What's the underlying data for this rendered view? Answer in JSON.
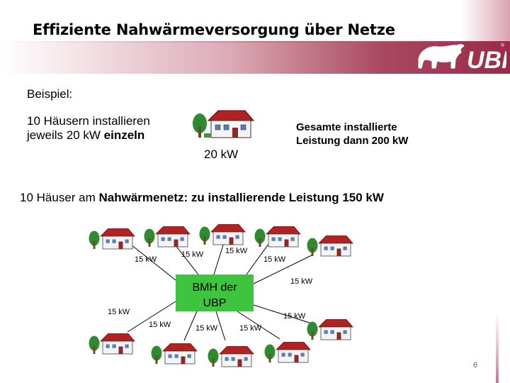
{
  "slide": {
    "title": "Effiziente Nahwärmeversorgung über Netze",
    "beispiel": "Beispiel:",
    "single_line1": "10 Häusern installieren",
    "single_line2_prefix": "jeweils 20 kW ",
    "single_line2_bold": "einzeln",
    "single_power": "20 kW",
    "total_line1": "Gesamte installierte",
    "total_line2": "Leistung dann 200 kW",
    "network_prefix": "10 Häuser am ",
    "network_bold": "Nahwärmenetz: zu installierende Leistung 150 kW",
    "center_line1": "BMH der",
    "center_line2": "UBP",
    "center_color": "#3fc43f",
    "link_labels": [
      "15 kW",
      "15 kW",
      "15 kW",
      "15 kW",
      "15 kW",
      "15 kW",
      "15 kW",
      "15 kW",
      "15 kW",
      "15 kW"
    ],
    "page_number": "6",
    "logo_text": "UBP",
    "accent_color": "#9a2a48"
  }
}
